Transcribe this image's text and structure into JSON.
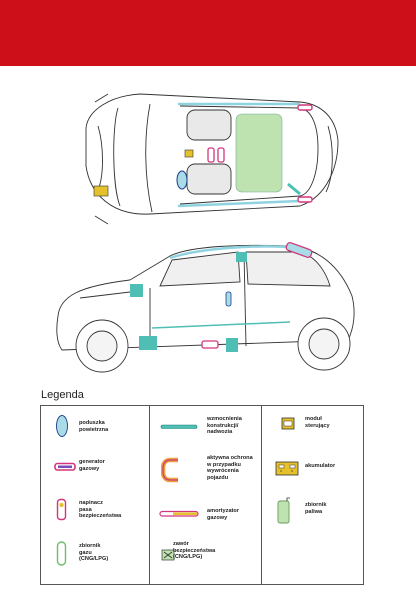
{
  "header": {
    "band_color": "#cc0f18"
  },
  "legend": {
    "title": "Legenda",
    "items": [
      {
        "icon": "airbag-icon",
        "label": "poduszka\npowietrzna"
      },
      {
        "icon": "reinforcement-icon",
        "label": "wzmocnienia\nkonstrukcji/\nnadwozia"
      },
      {
        "icon": "control-module-icon",
        "label": "moduł\nsterujący"
      },
      {
        "icon": "gas-generator-icon",
        "label": "generator\ngazowy"
      },
      {
        "icon": "rollover-protection-icon",
        "label": "aktywna ochrona\nw przypadku\nwywrócenia\npojazdu"
      },
      {
        "icon": "battery-icon",
        "label": "akumulator"
      },
      {
        "icon": "belt-pretensioner-icon",
        "label": "napinacz\npasa\nbezpieczeństwa"
      },
      {
        "icon": "gas-strut-icon",
        "label": "amortyzator\ngazowy"
      },
      {
        "icon": "fuel-tank-icon",
        "label": "zbiornik\npaliwa"
      },
      {
        "icon": "gas-tank-icon",
        "label": "zbiornik\ngazu\n(CNG/LPG)"
      },
      {
        "icon": "safety-valve-icon",
        "label": "zawór\nbezpieczeństwa\n(CNG/LPG)"
      }
    ]
  },
  "colors": {
    "airbag": "#a9dce6",
    "reinforcement": "#4fbfb6",
    "generator": "#d2357c",
    "tank": "#bfe3b0",
    "battery": "#e5c12c",
    "outline": "#333333"
  }
}
